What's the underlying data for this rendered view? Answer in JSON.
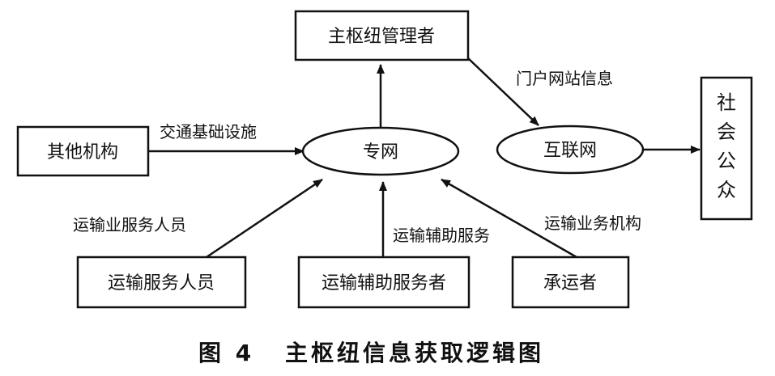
{
  "nodes": {
    "hub_manager": "主枢纽管理者",
    "other_orgs": "其他机构",
    "private_net": "专网",
    "internet": "互联网",
    "society": "社会公众",
    "transport_staff": "运输服务人员",
    "aux_service_provider": "运输辅助服务者",
    "carrier": "承运者"
  },
  "edges": {
    "portal_info": "门户网站信息",
    "transport_infra": "交通基础设施",
    "transport_staff_label": "运输业服务人员",
    "aux_service": "运输辅助服务",
    "transport_business_org": "运输业务机构"
  },
  "caption": {
    "figure_number": "图 4",
    "title": "主枢纽信息获取逻辑图"
  }
}
